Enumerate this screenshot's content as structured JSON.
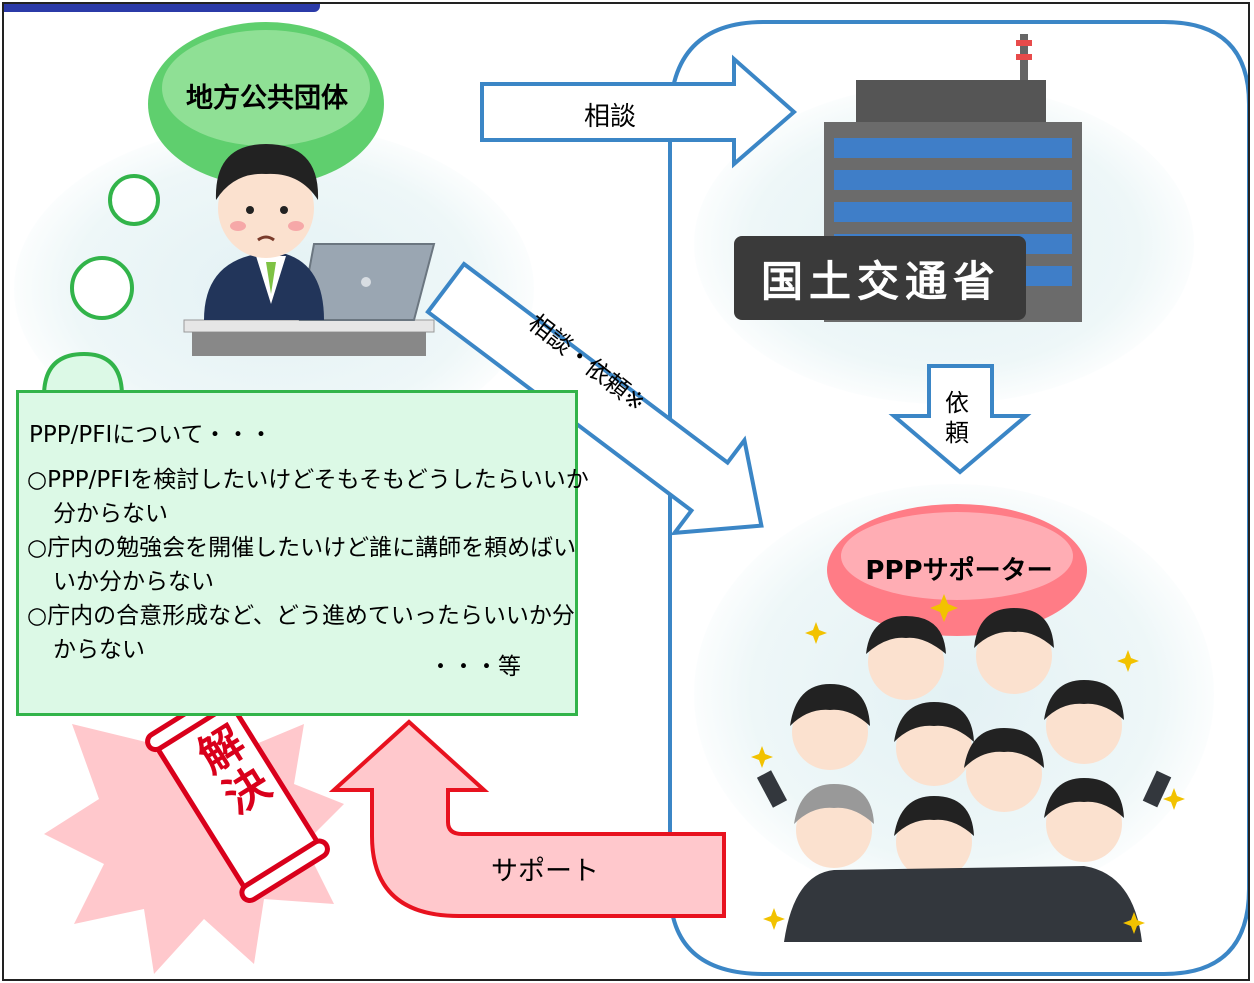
{
  "diagram": {
    "nodes": {
      "local_government": "地方公共団体",
      "mlit": "国土交通省",
      "ppp_supporter": "PPPサポーター",
      "resolution": "解決"
    },
    "edges": {
      "consult": "相談",
      "consult_request": "相談・依頼※",
      "request": "依頼",
      "support": "サポート"
    },
    "concerns": {
      "heading": "PPP/PFIについて・・・",
      "items": [
        "○PPP/PFIを検討したいけどそもそもどうしたらいいか分からない",
        "○庁内の勉強会を開催したいけど誰に講師を頼めばいいか分からない",
        "○庁内の合意形成など、どう進めていったらいいか分からない"
      ],
      "tail": "・・・等"
    }
  },
  "colors": {
    "frame": "#222222",
    "title_bar": "#2b3aa8",
    "blue_outline": "#3b86c6",
    "green_box_fill": "#dcf9e6",
    "green_box_border": "#32b44a",
    "support_arrow_fill": "#ffc8cc",
    "support_arrow_border": "#e8121f",
    "scroll_text": "#d9001b"
  },
  "icons": [
    "worried-office-worker-icon",
    "government-building-icon",
    "cheering-team-icon",
    "scroll-icon",
    "thought-bubble-icon"
  ]
}
